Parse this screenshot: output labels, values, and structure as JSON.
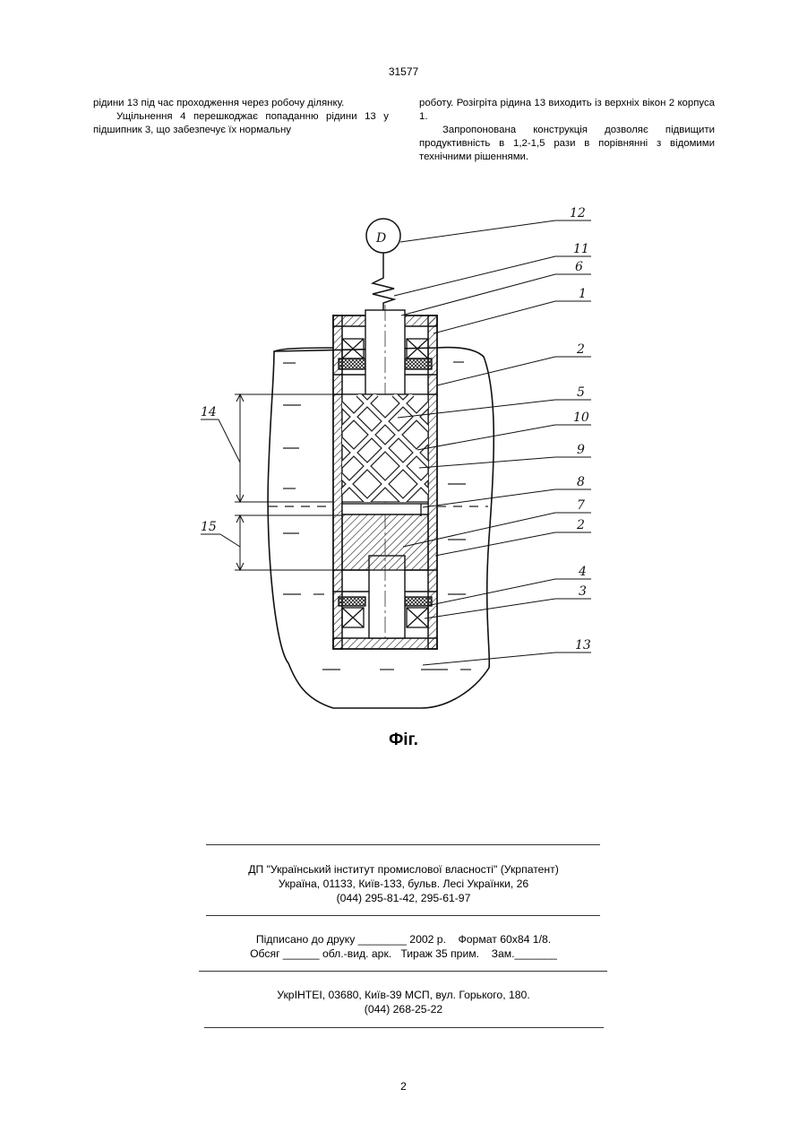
{
  "header": {
    "page_number": "31577"
  },
  "left_column": {
    "p1": "рідини 13 під час проходження через робочу ділянку.",
    "p2": "Ущільнення 4 перешкоджає попаданню рідини 13 у підшипник 3, що забезпечує їх нормальну"
  },
  "right_column": {
    "p1": "роботу. Розігріта рідина 13 виходить із верхніх вікон 2 корпуса 1.",
    "p2": "Запропонована конструкція дозволяє підвищити продуктивність в 1,2-1,5 рази в порівнянні з відомими технічними рішеннями."
  },
  "figure": {
    "motor_symbol": "D",
    "labels": {
      "l12": "12",
      "l11": "11",
      "l6": "6",
      "l1": "1",
      "l2a": "2",
      "l5": "5",
      "l10": "10",
      "l9": "9",
      "l8": "8",
      "l7": "7",
      "l2b": "2",
      "l4": "4",
      "l3": "3",
      "l13": "13",
      "l14": "14",
      "l15": "15"
    },
    "caption": "Фіг."
  },
  "footer": {
    "publisher_line1": "ДП \"Український інститут промислової власності\" (Укрпатент)",
    "publisher_line2": "Україна, 01133, Київ-133, бульв. Лесі Українки, 26",
    "publisher_line3": "(044) 295-81-42, 295-61-97",
    "print_line1": "Підписано до друку ________ 2002 р.    Формат 60х84 1/8.",
    "print_line2": "Обсяг ______ обл.-вид. арк.   Тираж 35 прим.    Зам._______",
    "printer_line1": "УкрІНТЕІ, 03680, Київ-39 МСП, вул. Горького, 180.",
    "printer_line2": "(044) 268-25-22"
  },
  "page_footer": {
    "page_number": "2"
  }
}
